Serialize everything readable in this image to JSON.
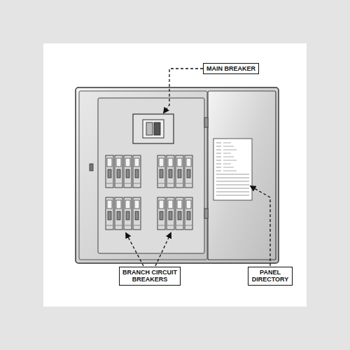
{
  "diagram": {
    "nodes": [
      {
        "text": [
          "MAIN BREAKER"
        ]
      },
      {
        "text": [
          "BRANCH CIRCUIT BREAKERS"
        ]
      },
      {
        "text": [
          "PANEL DIRECTORY"
        ]
      }
    ]
  }
}
